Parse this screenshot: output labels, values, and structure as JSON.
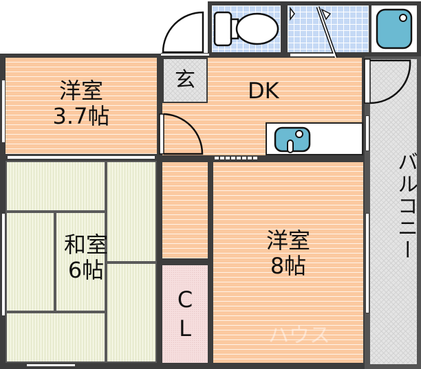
{
  "floorplan": {
    "rooms": [
      {
        "id": "western-room-small",
        "name": "洋室",
        "size": "3.7帖"
      },
      {
        "id": "entrance",
        "name": "玄"
      },
      {
        "id": "dining-kitchen",
        "name": "DK"
      },
      {
        "id": "japanese-room",
        "name": "和室",
        "size": "6帖"
      },
      {
        "id": "closet",
        "name_line1": "C",
        "name_line2": "L"
      },
      {
        "id": "western-room-large",
        "name": "洋室",
        "size": "8帖"
      },
      {
        "id": "balcony",
        "name": "バルコニー"
      }
    ],
    "fixtures": [
      "toilet-icon",
      "bathtub-icon",
      "kitchen-sink-icon",
      "washbasin-area"
    ],
    "watermark": "ハウス",
    "colors": {
      "wall": "#3d3d3d",
      "wood_floor": "#fbc9a0",
      "tatami": "#e9ecd2",
      "tile": "#c5d9f5",
      "fixture_blue": "#6bbad2",
      "closet": "#f6dede",
      "balcony": "#e4e4e4"
    }
  }
}
